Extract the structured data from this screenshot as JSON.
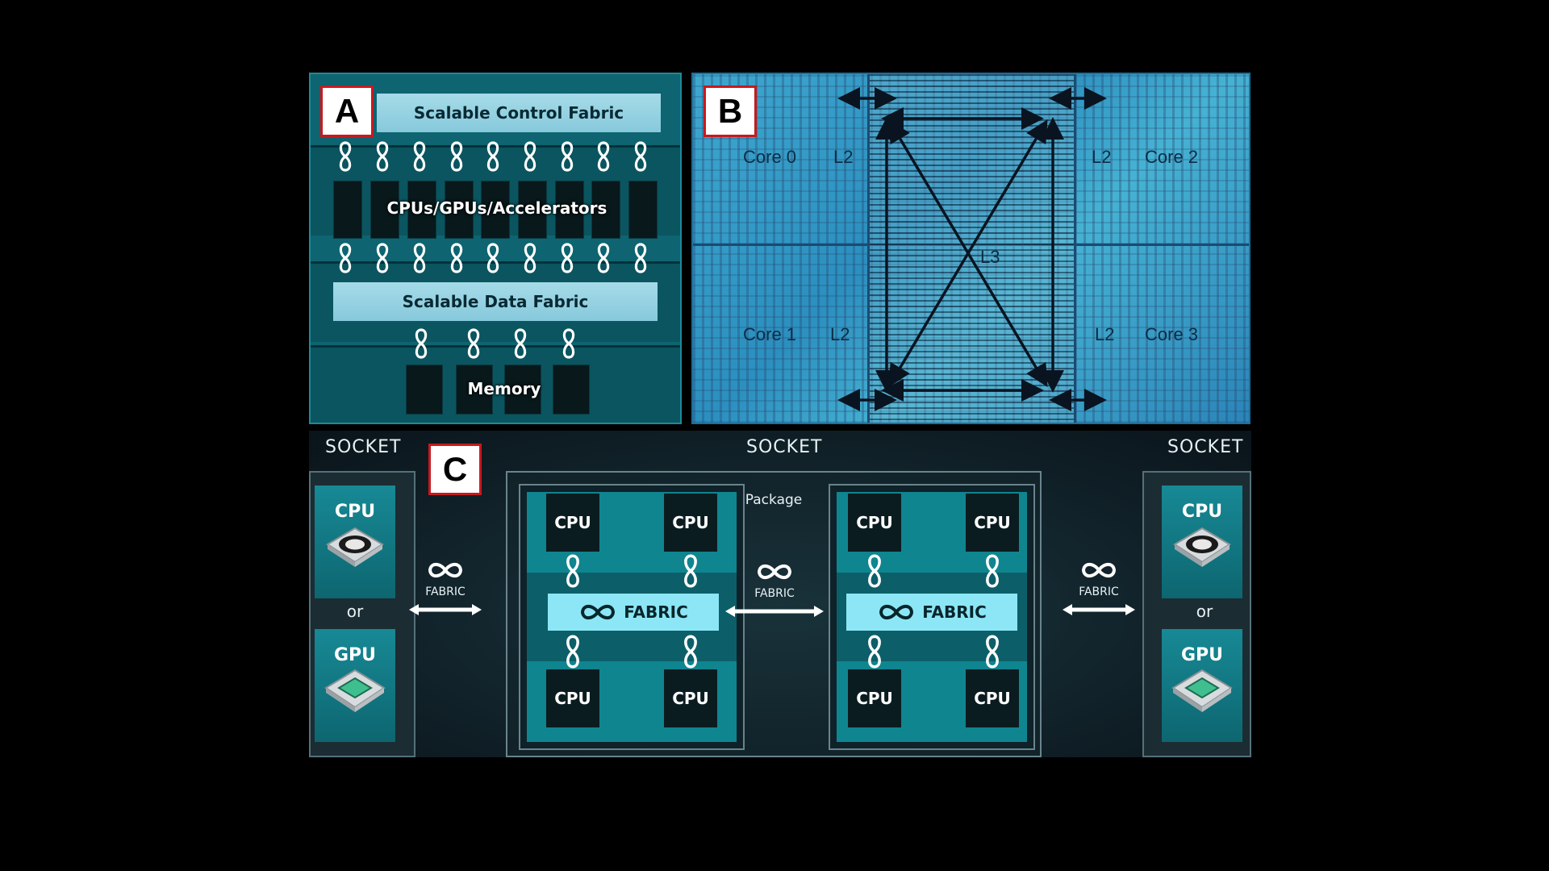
{
  "panel_a": {
    "letter": "A",
    "control_fabric": "Scalable Control Fabric",
    "compute_label": "CPUs/GPUs/Accelerators",
    "data_fabric": "Scalable Data Fabric",
    "memory_label": "Memory"
  },
  "panel_b": {
    "letter": "B",
    "core0": "Core 0",
    "core1": "Core 1",
    "core2": "Core 2",
    "core3": "Core 3",
    "l2": "L2",
    "l3": "L3"
  },
  "panel_c": {
    "letter": "C",
    "socket": "SOCKET",
    "package": "Package",
    "cpu": "CPU",
    "gpu": "GPU",
    "or": "or",
    "fabric_small": "FABRIC",
    "fabric_bar": "FABRIC"
  },
  "colors": {
    "accent_teal": "#0f8590",
    "fabric_bar": "#8ce6f5",
    "label_border": "#c8191e"
  }
}
